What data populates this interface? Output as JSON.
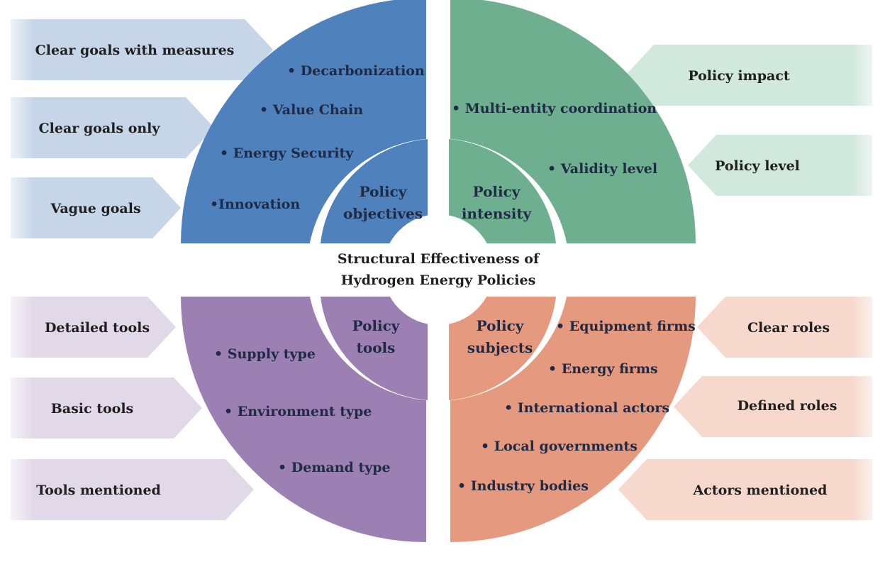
{
  "title": {
    "line1": "Structural Effectiveness of",
    "line2": "Hydrogen Energy Policies"
  },
  "colors": {
    "objectives": "#4f81bd",
    "intensity": "#6daf8e",
    "tools": "#9c80b3",
    "subjects": "#e59a80",
    "objectives_arrow": "#c6d6e8",
    "intensity_arrow": "#d1e8dc",
    "tools_arrow": "#e2d9e8",
    "subjects_arrow": "#f6d8cd"
  },
  "quadrants": {
    "objectives": {
      "label_line1": "Policy",
      "label_line2": "objectives",
      "items": [
        "• Decarbonization",
        "• Value Chain",
        "• Energy Security",
        "•Innovation"
      ],
      "arrows": [
        "Clear goals with measures",
        "Clear goals only",
        "Vague goals"
      ]
    },
    "intensity": {
      "label_line1": "Policy",
      "label_line2": "intensity",
      "items": [
        "• Multi-entity coordination",
        "• Validity level"
      ],
      "arrows": [
        "Policy impact",
        "Policy level"
      ]
    },
    "tools": {
      "label_line1": "Policy",
      "label_line2": "tools",
      "items": [
        "• Supply type",
        "• Environment type",
        "• Demand type"
      ],
      "arrows": [
        "Detailed tools",
        "Basic tools",
        "Tools mentioned"
      ]
    },
    "subjects": {
      "label_line1": "Policy",
      "label_line2": "subjects",
      "items": [
        "• Equipment firms",
        "• Energy firms",
        "• International actors",
        "• Local governments",
        "• Industry bodies"
      ],
      "arrows": [
        "Clear roles",
        "Defined roles",
        "Actors mentioned"
      ]
    }
  }
}
